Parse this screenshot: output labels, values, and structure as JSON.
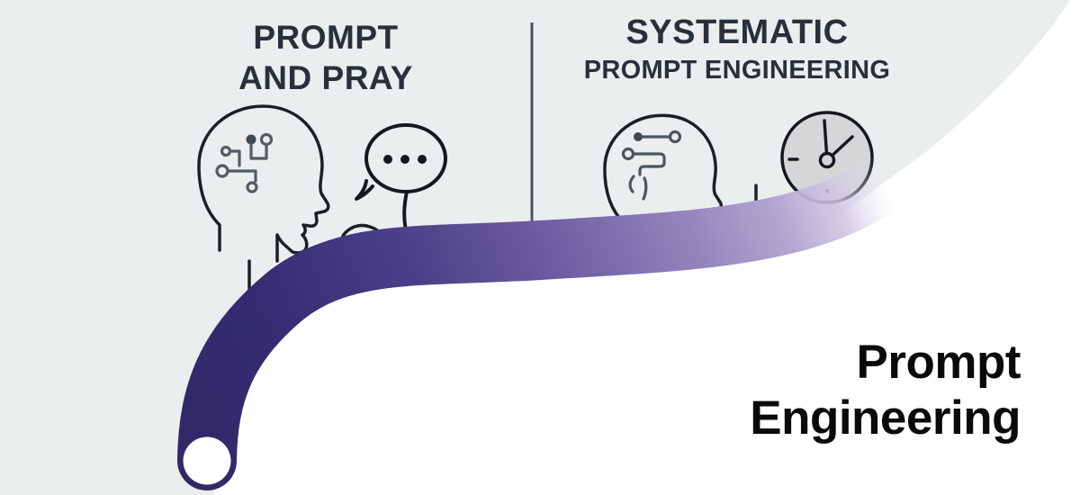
{
  "illustration": {
    "left_panel": {
      "title_line1": "PROMPT",
      "title_line2": "AND PRAY"
    },
    "right_panel": {
      "title_line1": "SYSTEMATIC",
      "title_line2": "PROMPT ENGINEERING"
    },
    "caption": {
      "line1": "Prompt",
      "line2": "Engineering"
    }
  },
  "icons": [
    {
      "name": "brain-circuit-head-icon",
      "location": "left-panel"
    },
    {
      "name": "speech-bubble-icon",
      "location": "left-panel"
    },
    {
      "name": "brain-circuit-head-icon",
      "location": "right-panel"
    },
    {
      "name": "clock-icon",
      "location": "right-panel"
    },
    {
      "name": "path-start-dot-icon",
      "location": "ribbon-end"
    }
  ],
  "colors": {
    "background": "#ebeeef",
    "white_region": "#ffffff",
    "panel_divider": "#49545e",
    "heading_text": "#28313a",
    "caption_text": "#0a0a0a",
    "ribbon_dark": "#342c74",
    "ribbon_mid": "#6f60a5",
    "ribbon_light": "#cfc6e2",
    "icon_outline": "#1b2026",
    "circuit_gray": "#525c64",
    "clock_fill": "#d4d6d8"
  }
}
